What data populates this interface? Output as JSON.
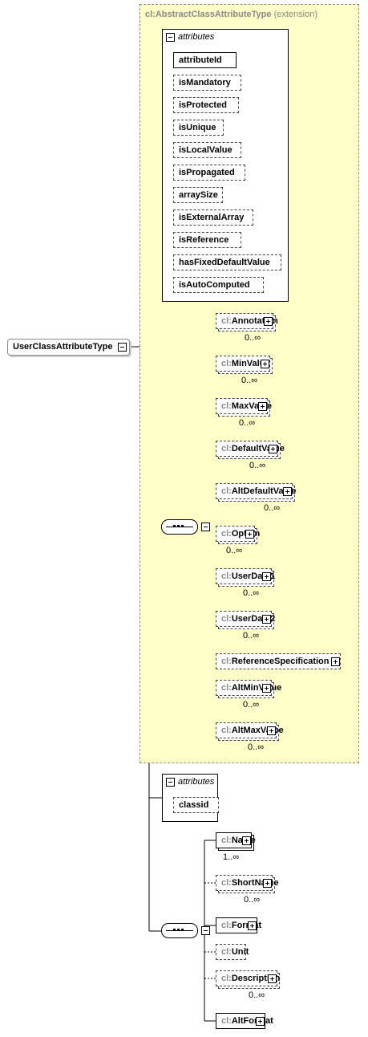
{
  "extension": {
    "type_name": "cl:AbstractClassAttributeType",
    "suffix": "(extension)"
  },
  "root": {
    "label": "UserClassAttributeType"
  },
  "attribute_groups": [
    {
      "heading": "attributes",
      "items": [
        {
          "label": "attributeId",
          "required": true
        },
        {
          "label": "isMandatory",
          "required": false
        },
        {
          "label": "isProtected",
          "required": false
        },
        {
          "label": "isUnique",
          "required": false
        },
        {
          "label": "isLocalValue",
          "required": false
        },
        {
          "label": "isPropagated",
          "required": false
        },
        {
          "label": "arraySize",
          "required": false
        },
        {
          "label": "isExternalArray",
          "required": false
        },
        {
          "label": "isReference",
          "required": false
        },
        {
          "label": "hasFixedDefaultValue",
          "required": false
        },
        {
          "label": "isAutoComputed",
          "required": false
        }
      ]
    },
    {
      "heading": "attributes",
      "items": [
        {
          "label": "classid",
          "required": false
        }
      ]
    }
  ],
  "sequences": [
    {
      "elements": [
        {
          "prefix": "cl:",
          "name": "Annotation",
          "occurs": "0..∞",
          "optional": true,
          "multi": true
        },
        {
          "prefix": "cl:",
          "name": "MinValue",
          "occurs": "0..∞",
          "optional": true,
          "multi": true
        },
        {
          "prefix": "cl:",
          "name": "MaxValue",
          "occurs": "0..∞",
          "optional": true,
          "multi": true
        },
        {
          "prefix": "cl:",
          "name": "DefaultValue",
          "occurs": "0..∞",
          "optional": true,
          "multi": true
        },
        {
          "prefix": "cl:",
          "name": "AltDefaultValue",
          "occurs": "0..∞",
          "optional": true,
          "multi": true
        },
        {
          "prefix": "cl:",
          "name": "Option",
          "occurs": "0..∞",
          "optional": true,
          "multi": true
        },
        {
          "prefix": "cl:",
          "name": "UserData1",
          "occurs": "0..∞",
          "optional": true,
          "multi": true
        },
        {
          "prefix": "cl:",
          "name": "UserData2",
          "occurs": "0..∞",
          "optional": true,
          "multi": true
        },
        {
          "prefix": "cl:",
          "name": "ReferenceSpecification",
          "occurs": "",
          "optional": true,
          "multi": false
        },
        {
          "prefix": "cl:",
          "name": "AltMinValue",
          "occurs": "0..∞",
          "optional": true,
          "multi": true
        },
        {
          "prefix": "cl:",
          "name": "AltMaxValue",
          "occurs": "0..∞",
          "optional": true,
          "multi": true
        }
      ]
    },
    {
      "elements": [
        {
          "prefix": "cl:",
          "name": "Name",
          "occurs": "1..∞",
          "optional": false,
          "multi": true
        },
        {
          "prefix": "cl:",
          "name": "ShortName",
          "occurs": "0..∞",
          "optional": true,
          "multi": true
        },
        {
          "prefix": "cl:",
          "name": "Format",
          "occurs": "",
          "optional": false,
          "multi": false
        },
        {
          "prefix": "cl:",
          "name": "Unit",
          "occurs": "",
          "optional": true,
          "multi": false,
          "no_expand": true
        },
        {
          "prefix": "cl:",
          "name": "Description",
          "occurs": "0..∞",
          "optional": true,
          "multi": true
        },
        {
          "prefix": "cl:",
          "name": "AltFormat",
          "occurs": "",
          "optional": false,
          "multi": false
        }
      ]
    }
  ]
}
